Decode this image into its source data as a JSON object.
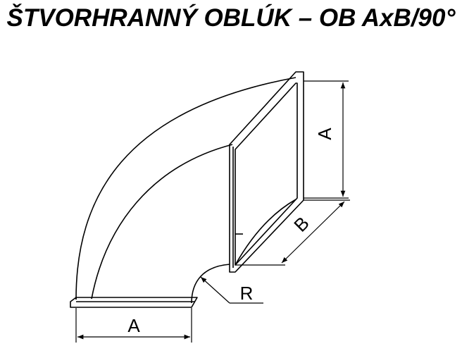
{
  "title": "ŠTVORHRANNÝ OBLÚK – OB AxB/90°",
  "labels": {
    "height_a": "A",
    "width_b": "B",
    "radius": "R",
    "bottom_a": "A"
  },
  "colors": {
    "line": "#000000",
    "background": "#ffffff"
  }
}
